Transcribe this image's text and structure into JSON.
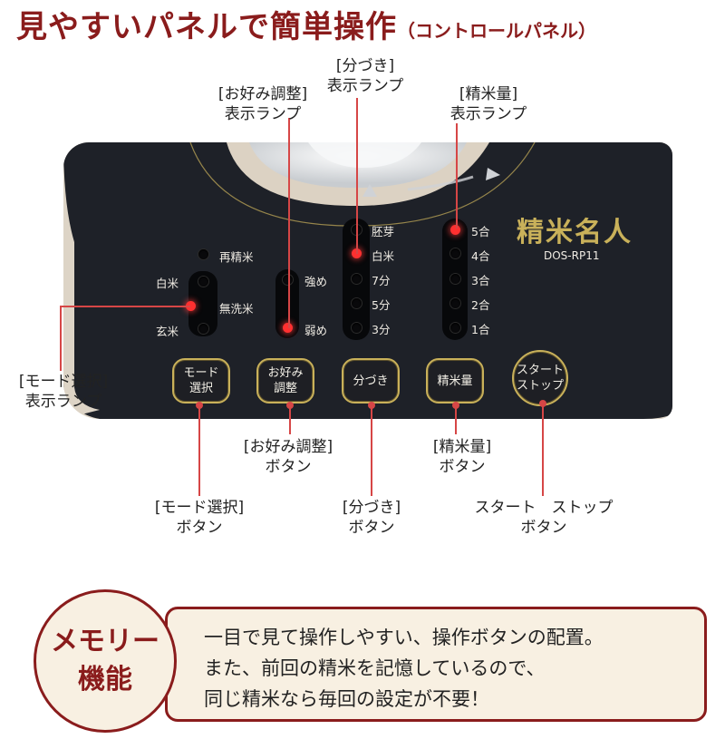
{
  "header": {
    "title": "見やすいパネルで簡単操作",
    "subtitle": "（コントロールパネル）"
  },
  "callouts": {
    "okonomi_lamp": [
      "[お好み調整]",
      "表示ランプ"
    ],
    "bunzuki_lamp": [
      "[分づき]",
      "表示ランプ"
    ],
    "seimai_lamp": [
      "[精米量]",
      "表示ランプ"
    ],
    "mode_lamp": [
      "[モード選択]",
      "表示ランプ"
    ],
    "okonomi_button": [
      "[お好み調整]",
      "ボタン"
    ],
    "seimai_button": [
      "[精米量]",
      "ボタン"
    ],
    "mode_button": [
      "[モード選択]",
      "ボタン"
    ],
    "bunzuki_button": [
      "[分づき]",
      "ボタン"
    ],
    "start_button": [
      "スタート　ストップ",
      "ボタン"
    ]
  },
  "panel": {
    "brand": "精米名人",
    "model": "DOS-RP11",
    "mode_labels": {
      "resei": "再精米",
      "hakumai": "白米",
      "musenmai": "無洗米",
      "genmai": "玄米"
    },
    "okonomi_labels": {
      "tsuyome": "強め",
      "yowame": "弱め"
    },
    "bunzuki_labels": [
      "胚芽",
      "白米",
      "7分",
      "5分",
      "3分"
    ],
    "seimai_labels": [
      "5合",
      "4合",
      "3合",
      "2合",
      "1合"
    ],
    "buttons": {
      "mode": [
        "モード",
        "選択"
      ],
      "okonomi": [
        "お好み",
        "調整"
      ],
      "bunzuki": "分づき",
      "seimai": "精米量",
      "start": [
        "スタート",
        "ストップ"
      ]
    },
    "lamps": {
      "mode_active": "musenmai",
      "okonomi_active": "yowame",
      "bunzuki_active": "白米",
      "seimai_active": "5合"
    }
  },
  "memory": {
    "badge": [
      "メモリー",
      "機能"
    ],
    "lines": [
      "一目で見て操作しやすい、操作ボタンの配置。",
      "また、前回の精米を記憶しているので、",
      "同じ精米なら毎回の設定が不要！"
    ]
  },
  "colors": {
    "accent": "#8a1c1c",
    "lamp_on": "#ff3030",
    "leader": "#d64646",
    "panel_dark": "#1e2128"
  }
}
